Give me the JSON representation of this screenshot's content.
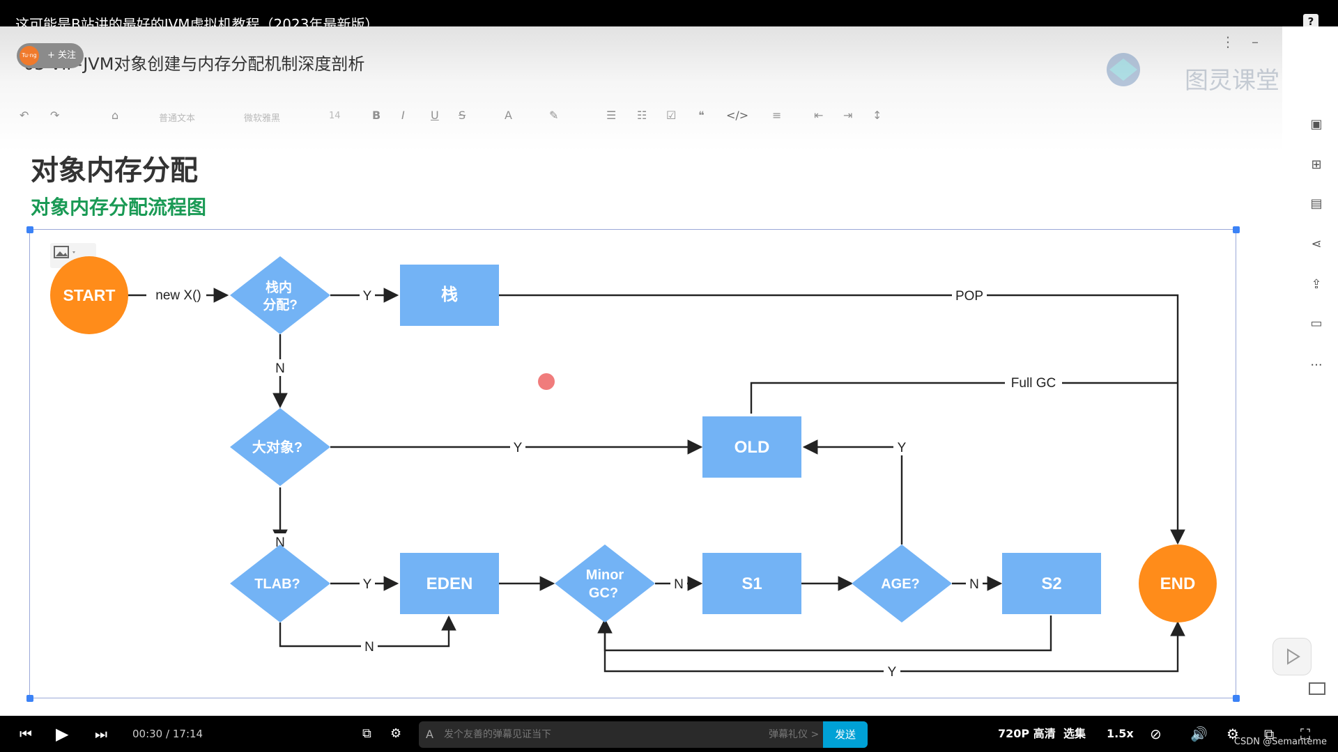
{
  "video": {
    "title": "这可能是B站讲的最好的JVM虚拟机教程（2023年最新版）",
    "help": "?"
  },
  "uploader": {
    "avatar": "Tu·ng",
    "follow": "+ 关注"
  },
  "doc": {
    "title": "03-VIP-JVM对象创建与内存分配机制深度剖析",
    "watermark": "图灵课堂",
    "toolbar": {
      "style": "普通文本",
      "font": "微软雅黑",
      "size": "14"
    },
    "heading": "对象内存分配",
    "subheading": "对象内存分配流程图"
  },
  "flow": {
    "start": "START",
    "new_label": "new X()",
    "stack_q1": "栈内",
    "stack_q2": "分配?",
    "stack": "栈",
    "pop": "POP",
    "full_gc": "Full GC",
    "big_q": "大对象?",
    "old": "OLD",
    "tlab_q": "TLAB?",
    "eden": "EDEN",
    "minor_q1": "Minor",
    "minor_q2": "GC?",
    "s1": "S1",
    "age_q": "AGE?",
    "s2": "S2",
    "end": "END",
    "y": "Y",
    "n": "N"
  },
  "player": {
    "time_current": "00:30",
    "time_sep": "/",
    "time_total": "17:14",
    "progress": 0.03,
    "danmaku_placeholder": "发个友善的弹幕见证当下",
    "danmaku_etiquette": "弹幕礼仪 >",
    "send": "发送",
    "quality": "720P 高清",
    "episodes": "选集",
    "speed": "1.5x",
    "credit": "CSDN @Semanteme"
  },
  "colors": {
    "node": "#73b3f5",
    "terminal": "#ff8c1a",
    "accent": "#00a1d6",
    "heading_green": "#1a9a55"
  }
}
